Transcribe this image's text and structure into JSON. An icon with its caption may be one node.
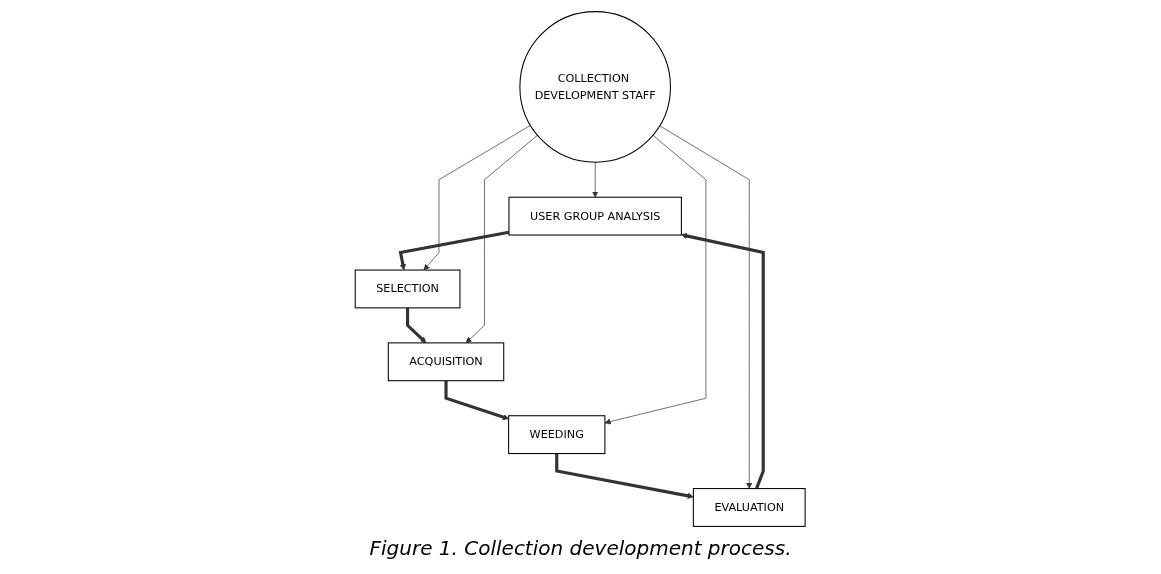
{
  "diagram": {
    "caption": "Figure 1. Collection development process.",
    "nodes": [
      {
        "text": [
          "USER GROUP ANALYSIS"
        ]
      },
      {
        "text": [
          "EVALUATION"
        ]
      },
      {
        "text": [
          "COLLECTION DEVELOPMENT STAFF"
        ]
      },
      {
        "text": [
          "SELECTION"
        ]
      },
      {
        "text": [
          "WEEDING"
        ]
      },
      {
        "text": [
          "ACQUISITION"
        ]
      }
    ],
    "edges": [
      {
        "from": 0,
        "to": 3,
        "arrow": "to",
        "style": "thick"
      },
      {
        "from": 3,
        "to": 5,
        "arrow": "to",
        "style": "thick"
      },
      {
        "from": 5,
        "to": 4,
        "arrow": "to",
        "style": "thick"
      },
      {
        "from": 4,
        "to": 1,
        "arrow": "to",
        "style": "thick"
      },
      {
        "from": 1,
        "to": 0,
        "arrow": "to",
        "style": "thick"
      },
      {
        "from": 2,
        "to": 0,
        "arrow": "to"
      },
      {
        "from": 2,
        "to": 1,
        "arrow": "to"
      },
      {
        "from": 2,
        "to": 3,
        "arrow": "to"
      },
      {
        "from": 2,
        "to": 4,
        "arrow": "to"
      },
      {
        "from": 2,
        "to": 5,
        "arrow": "to"
      }
    ]
  }
}
